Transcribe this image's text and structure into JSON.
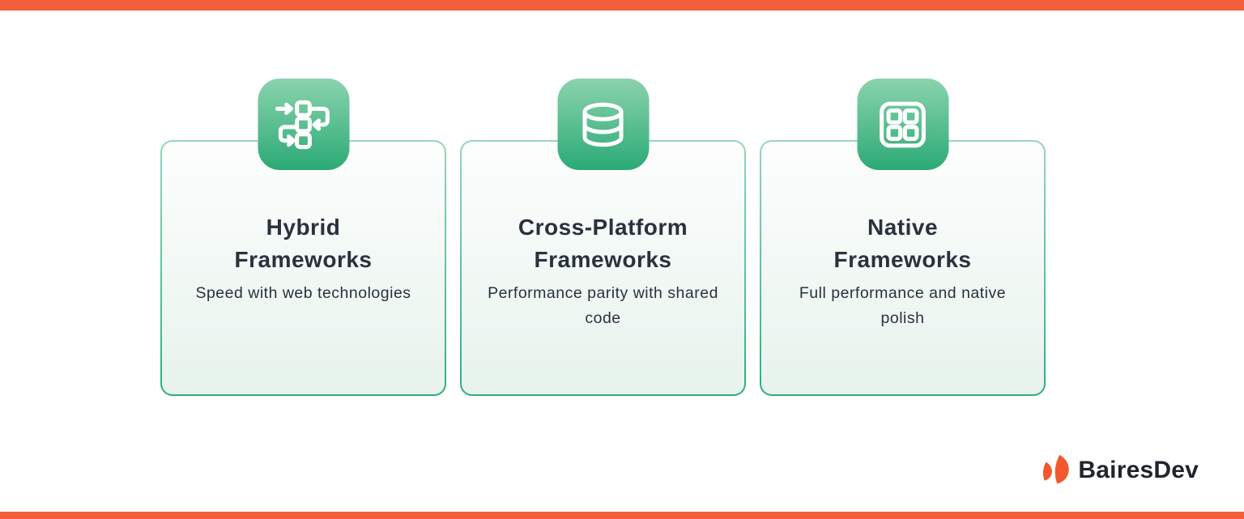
{
  "colors": {
    "accent-orange": "#F25F38",
    "petal-orange": "#F1582F",
    "badge-top": "#8BD3AE",
    "badge-bottom": "#2BAA75",
    "card-border-top": "#98D6B8",
    "card-border-bottom": "#2FAE7D",
    "card-bg-top": "#FDFEFD",
    "card-bg-bottom": "#E7F3ED",
    "text-dark": "#2A313E",
    "logo-text": "#20242C"
  },
  "cards": [
    {
      "icon": "flowchart-icon",
      "title": "Hybrid\nFrameworks",
      "subtitle": "Speed with web technologies"
    },
    {
      "icon": "database-icon",
      "title": "Cross-Platform\nFrameworks",
      "subtitle": "Performance parity with shared\ncode"
    },
    {
      "icon": "grid-icon",
      "title": "Native\nFrameworks",
      "subtitle": "Full performance and native\npolish"
    }
  ],
  "brand": {
    "name": "BairesDev"
  }
}
